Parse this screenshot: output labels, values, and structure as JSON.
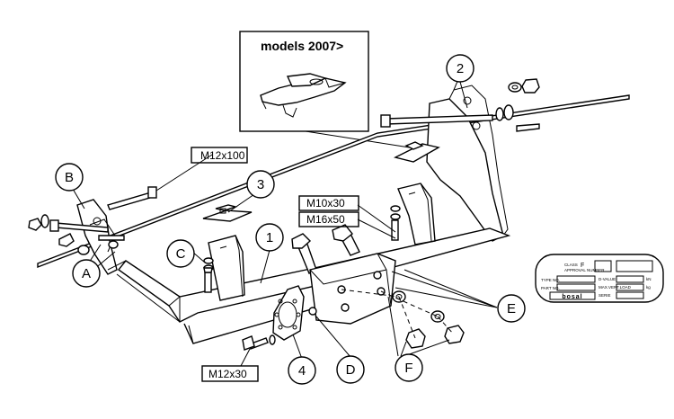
{
  "inset": {
    "title": "models 2007>"
  },
  "labels": {
    "bolt_m12x100": "M12x100",
    "bolt_m10x30": "M10x30",
    "bolt_m16x50": "M16x50",
    "bolt_m12x30": "M12x30"
  },
  "callouts": [
    "1",
    "2",
    "3",
    "4",
    "A",
    "B",
    "C",
    "D",
    "E",
    "F"
  ],
  "approval_plate": {
    "class_label": "CLASS",
    "class_value": "F",
    "approval_number": "APPROVAL NUMBER",
    "type_no": "TYPE NO.",
    "d_value": "D-VALUE",
    "d_value_unit": "kN",
    "part_no": "PART NO.",
    "max_vertical": "MAX.VERT.LOAD",
    "max_vertical_unit": "kg",
    "serial": "SERIE",
    "brand": "bosal"
  }
}
